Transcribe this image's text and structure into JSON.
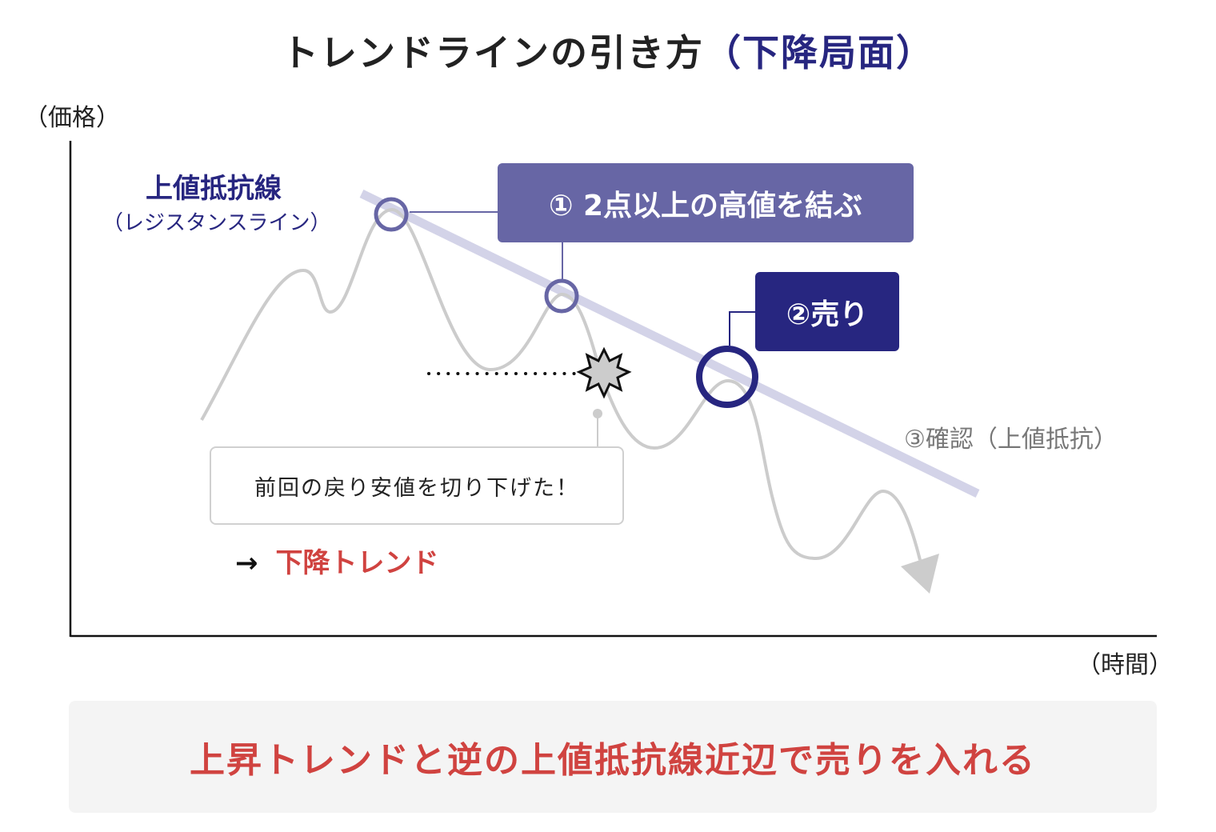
{
  "title": {
    "main": "トレンドラインの引き方",
    "accent": "（下降局面）"
  },
  "axes": {
    "y_label": "（価格）",
    "x_label": "（時間）"
  },
  "resistance": {
    "title": "上値抵抗線",
    "subtitle": "（レジスタンスライン）"
  },
  "steps": {
    "step1": "① 2点以上の高値を結ぶ",
    "step2": "②売り",
    "step3": "③確認（上値抵抗）"
  },
  "note": {
    "text": "前回の戻り安値を切り下げた！",
    "arrow": "→",
    "trend": "下降トレンド"
  },
  "summary": {
    "text": "上昇トレンドと逆の上値抵抗線近辺で売りを入れる"
  },
  "colors": {
    "dark_navy": "#272680",
    "purple": "#6766a5",
    "trendline": "#d3d3e8",
    "price_line": "#cccccc",
    "red": "#d04340",
    "summary_bg": "#f4f4f4"
  }
}
